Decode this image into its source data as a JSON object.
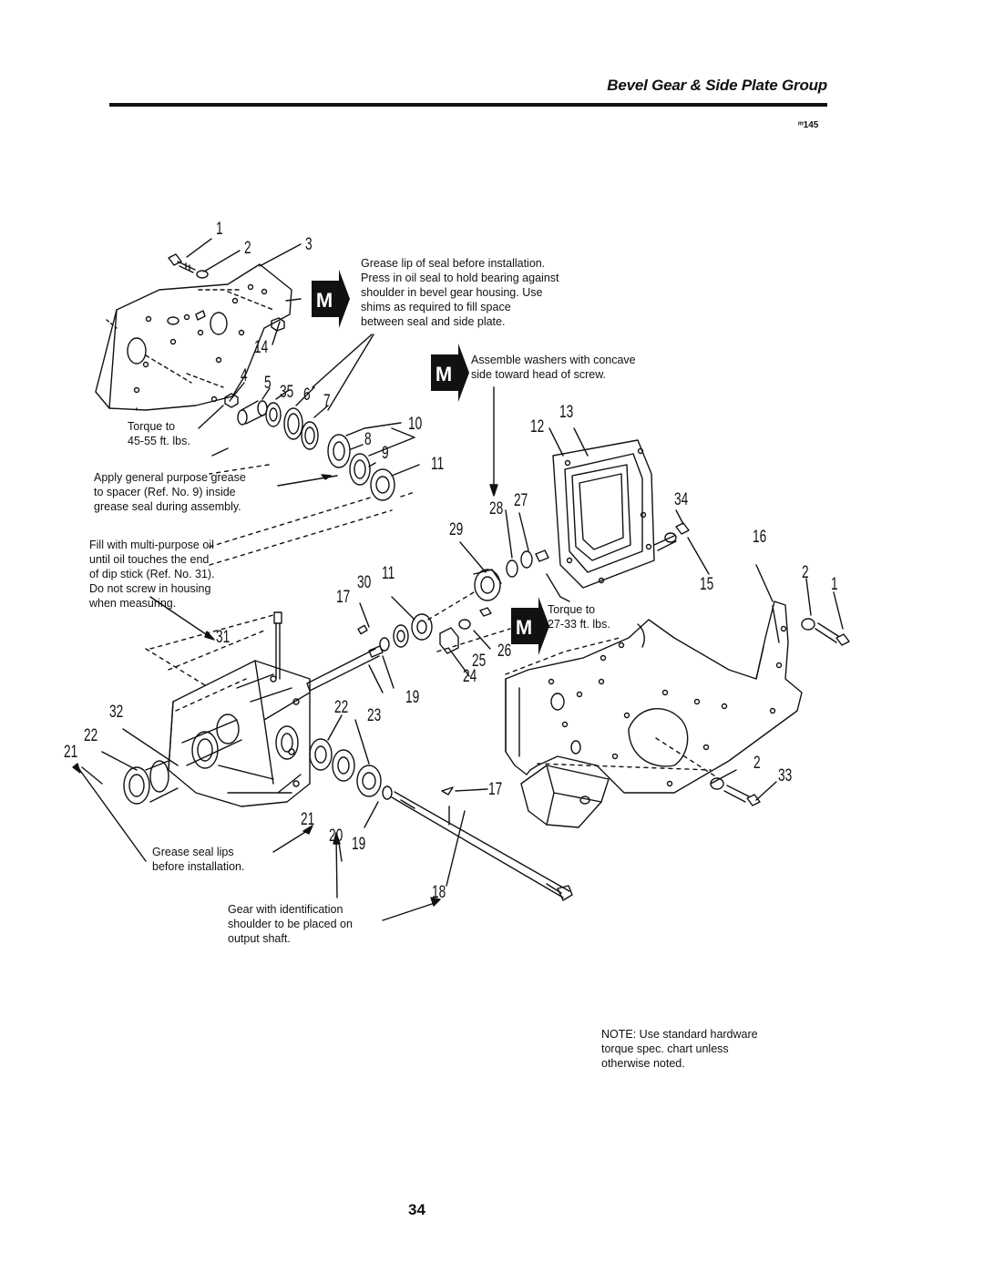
{
  "header": {
    "title": "Bevel Gear & Side Plate Group",
    "figure_code": "ᵐ145"
  },
  "badge": {
    "letter": "M"
  },
  "notes": {
    "seal": "Grease lip of seal before installation.\nPress in oil seal to hold bearing against\nshoulder in bevel gear housing. Use\nshims as required to fill space\nbetween seal and side plate.",
    "washers": "Assemble washers with concave\nside toward head of screw.",
    "torque_45": "Torque to\n45-55 ft. lbs.",
    "spacer_grease": "Apply general purpose grease\nto spacer (Ref. No. 9) inside\ngrease seal during assembly.",
    "oil_fill": "Fill with multi-purpose oil\nuntil oil touches the end\nof dip stick (Ref. No. 31).\nDo not screw in housing\nwhen measuring.",
    "torque_27": "Torque to\n27-33 ft. lbs.",
    "grease_seal_lips": "Grease seal lips\nbefore installation.",
    "gear_id": "Gear with identification\nshoulder to be placed on\noutput shaft.",
    "standard_hw": "NOTE: Use standard hardware\ntorque spec. chart unless\notherwise noted."
  },
  "callouts": {
    "c1a": "1",
    "c2a": "2",
    "c3": "3",
    "c14": "14",
    "c4": "4",
    "c5": "5",
    "c35": "35",
    "c6": "6",
    "c7": "7",
    "c10": "10",
    "c8": "8",
    "c9": "9",
    "c11a": "11",
    "c12": "12",
    "c13": "13",
    "c34": "34",
    "c28": "28",
    "c27": "27",
    "c29": "29",
    "c16": "16",
    "c2b": "2",
    "c1b": "1",
    "c15": "15",
    "c17a": "17",
    "c30": "30",
    "c11b": "11",
    "c31": "31",
    "c25": "25",
    "c26": "26",
    "c24": "24",
    "c19a": "19",
    "c32": "32",
    "c22a": "22",
    "c23": "23",
    "c22b": "22",
    "c21a": "21",
    "c2c": "2",
    "c33": "33",
    "c17b": "17",
    "c21b": "21",
    "c20": "20",
    "c19b": "19",
    "c18": "18"
  },
  "page_number": "34"
}
